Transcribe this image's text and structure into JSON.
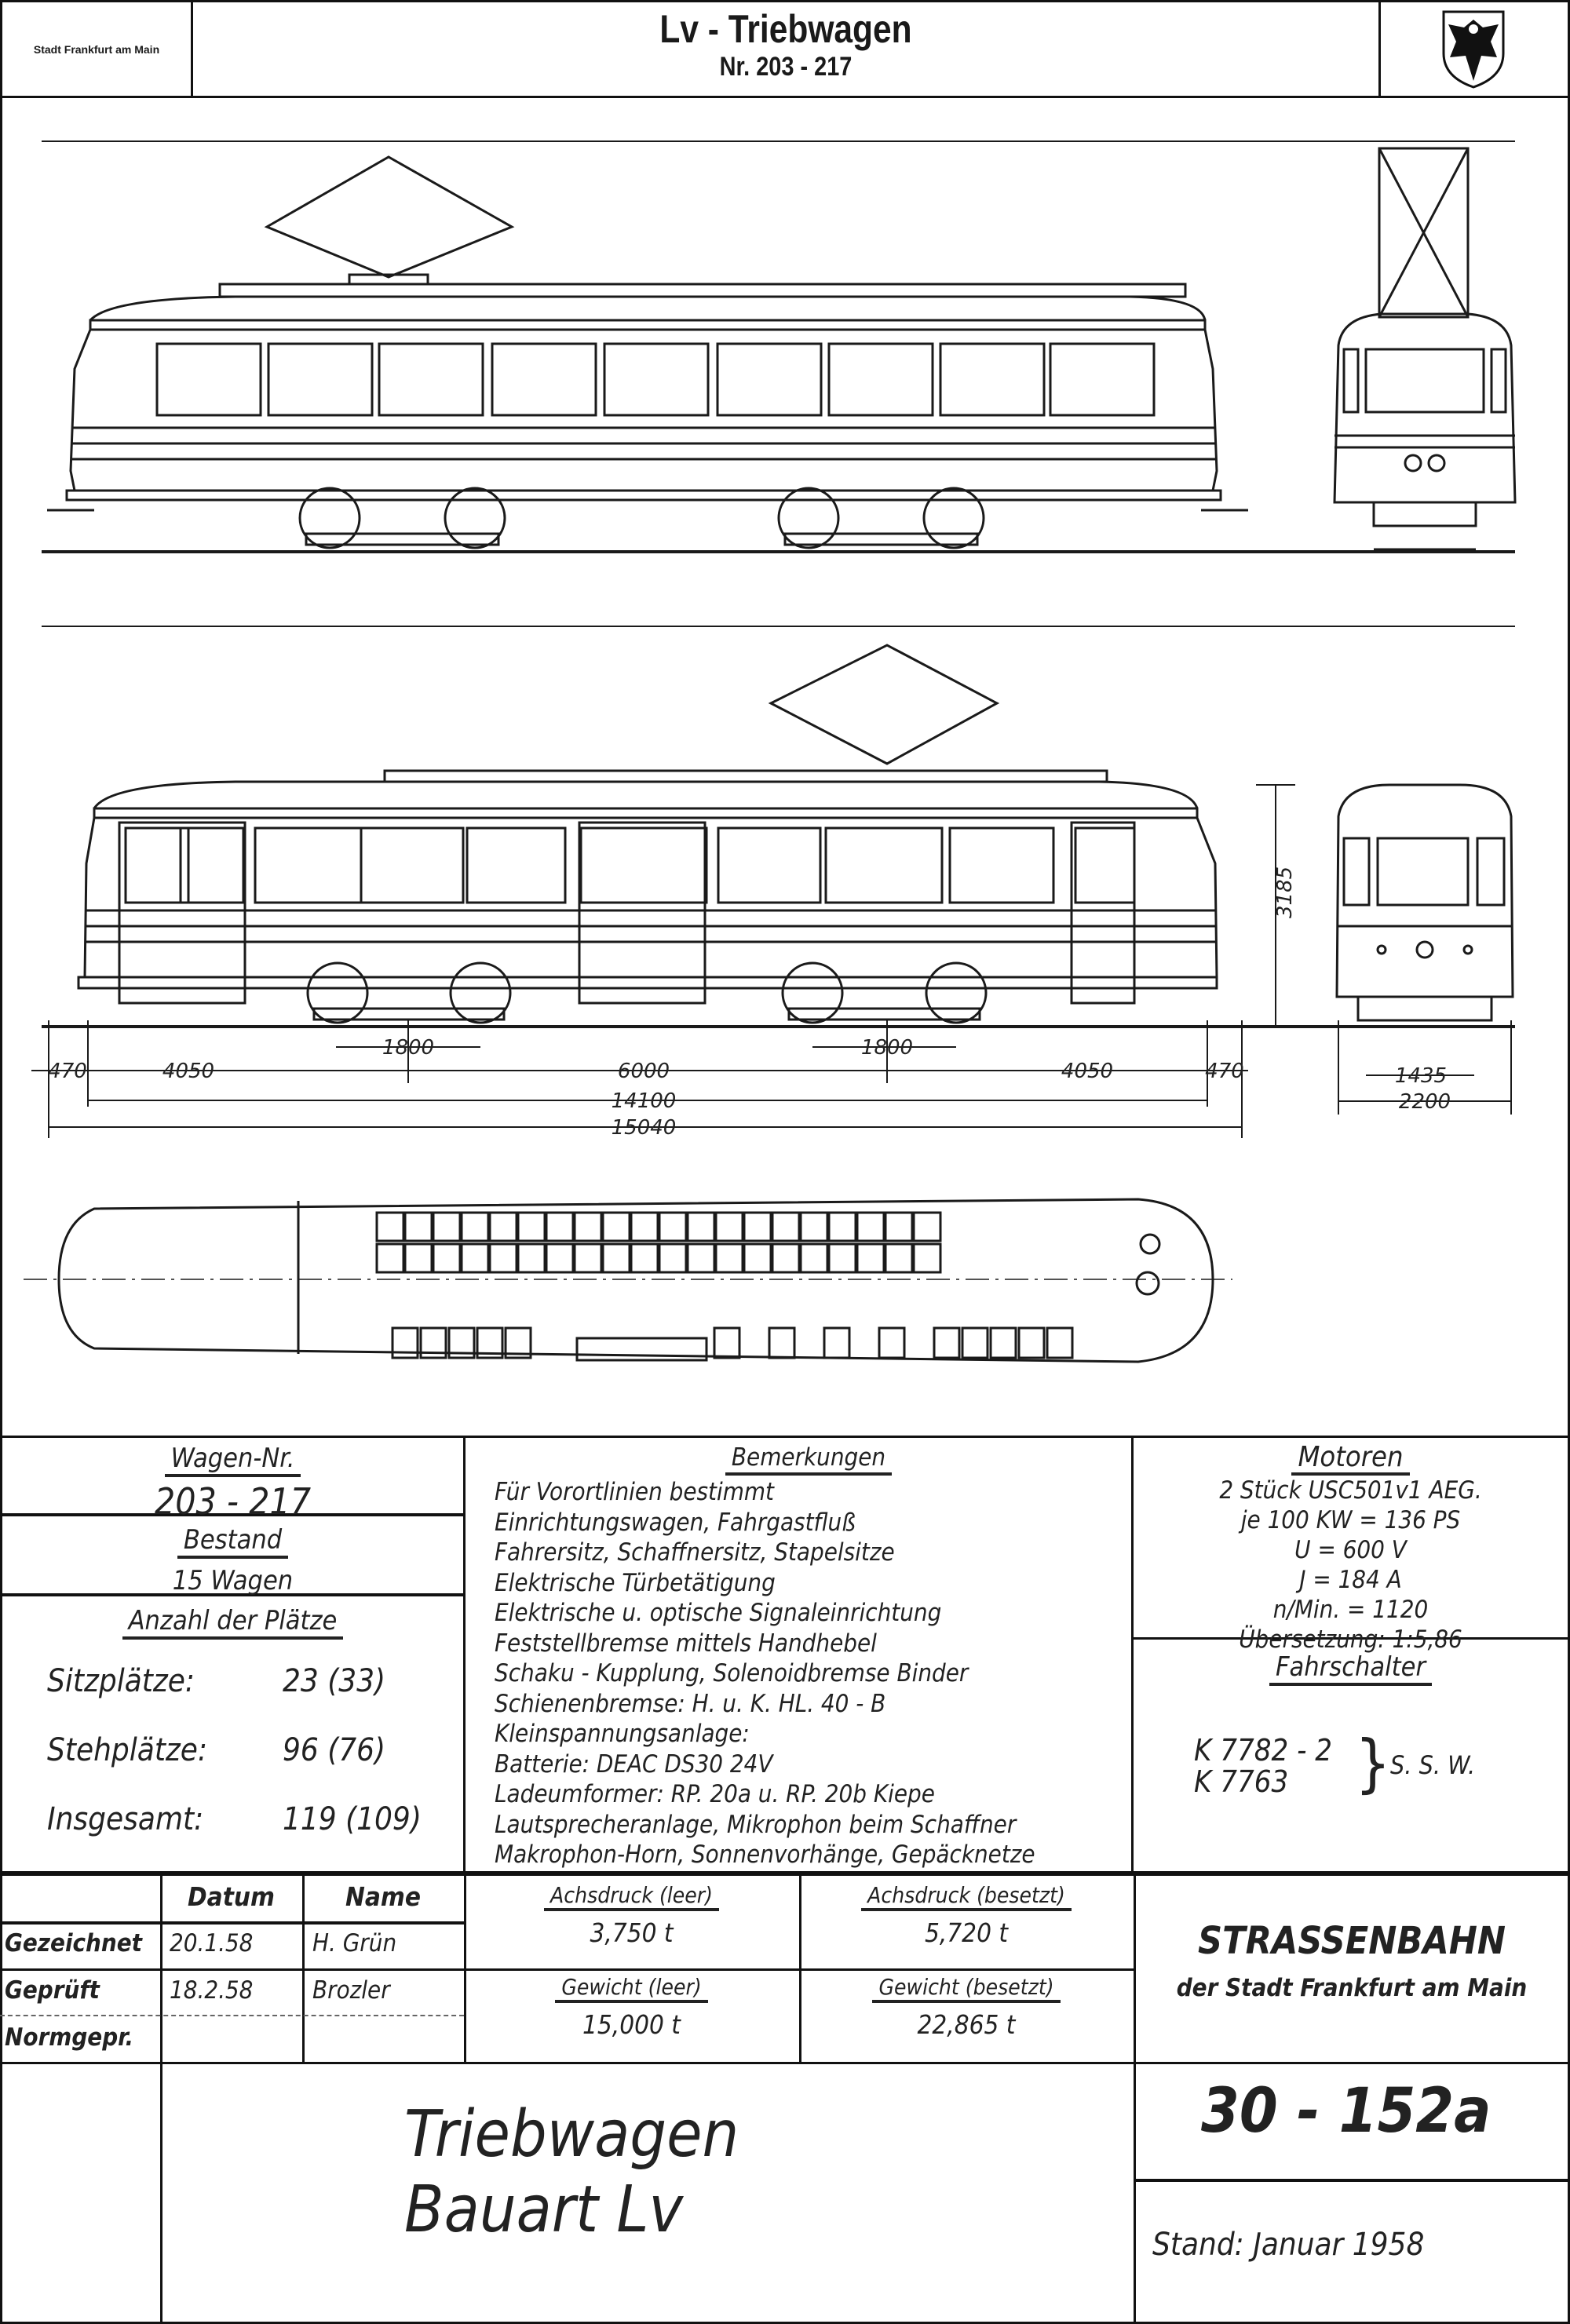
{
  "header": {
    "city": "Stadt Frankfurt am Main",
    "title": "Lv - Triebwagen",
    "subtitle": "Nr. 203 - 217",
    "crest_icon": "frankfurt-eagle-crest"
  },
  "dimensions": {
    "overhang_left": "470",
    "bogie_to_center_left": "4050",
    "bogie_centers": "6000",
    "bogie_to_center_right": "4050",
    "overhang_right": "470",
    "wheelbase_left": "1800",
    "wheelbase_right": "1800",
    "body_length": "14100",
    "total_length": "15040",
    "height": "3185",
    "track_gauge": "1435",
    "width": "2200"
  },
  "wagen": {
    "label": "Wagen-Nr.",
    "value": "203 - 217"
  },
  "bestand": {
    "label": "Bestand",
    "value": "15 Wagen"
  },
  "plaetze": {
    "label": "Anzahl der Plätze",
    "rows": [
      {
        "label": "Sitzplätze:",
        "value": "23 (33)"
      },
      {
        "label": "Stehplätze:",
        "value": "96 (76)"
      },
      {
        "label": "Insgesamt:",
        "value": "119 (109)"
      }
    ]
  },
  "bemerkungen": {
    "label": "Bemerkungen",
    "lines": [
      "Für Vorortlinien bestimmt",
      "Einrichtungswagen, Fahrgastfluß",
      "Fahrersitz, Schaffnersitz, Stapelsitze",
      "Elektrische Türbetätigung",
      "Elektrische u. optische Signaleinrichtung",
      "Feststellbremse mittels Handhebel",
      "Schaku - Kupplung, Solenoidbremse Binder",
      "Schienenbremse: H. u. K. HL. 40 - B",
      "Kleinspannungsanlage:",
      "Batterie: DEAC DS30 24V",
      "Ladeumformer: RP. 20a u. RP. 20b Kiepe",
      "Lautsprecheranlage, Mikrophon beim Schaffner",
      "Makrophon-Horn, Sonnenvorhänge, Gepäcknetze"
    ]
  },
  "motoren": {
    "label": "Motoren",
    "lines": [
      "2 Stück USC501v1 AEG.",
      "je 100 KW = 136 PS",
      "U = 600 V",
      "J = 184 A",
      "n/Min. = 1120",
      "Übersetzung: 1:5,86"
    ]
  },
  "fahrschalter": {
    "label": "Fahrschalter",
    "line1": "K 7782 - 2",
    "line2": "K 7763",
    "maker": "S. S. W."
  },
  "signoff": {
    "col_datum": "Datum",
    "col_name": "Name",
    "rows": [
      {
        "label": "Gezeichnet",
        "datum": "20.1.58",
        "name": "H. Grün"
      },
      {
        "label": "Geprüft",
        "datum": "18.2.58",
        "name": "Brozler"
      },
      {
        "label": "Normgepr.",
        "datum": "",
        "name": ""
      }
    ]
  },
  "weights": {
    "achsdruck_leer_label": "Achsdruck (leer)",
    "achsdruck_leer": "3,750 t",
    "achsdruck_besetzt_label": "Achsdruck (besetzt)",
    "achsdruck_besetzt": "5,720 t",
    "gewicht_leer_label": "Gewicht (leer)",
    "gewicht_leer": "15,000 t",
    "gewicht_besetzt_label": "Gewicht (besetzt)",
    "gewicht_besetzt": "22,865 t"
  },
  "company": {
    "name": "STRASSENBAHN",
    "sub": "der Stadt Frankfurt am Main"
  },
  "footer": {
    "title1": "Triebwagen",
    "title2": "Bauart Lv",
    "drawing_no": "30 - 152a",
    "stand": "Stand: Januar 1958"
  }
}
